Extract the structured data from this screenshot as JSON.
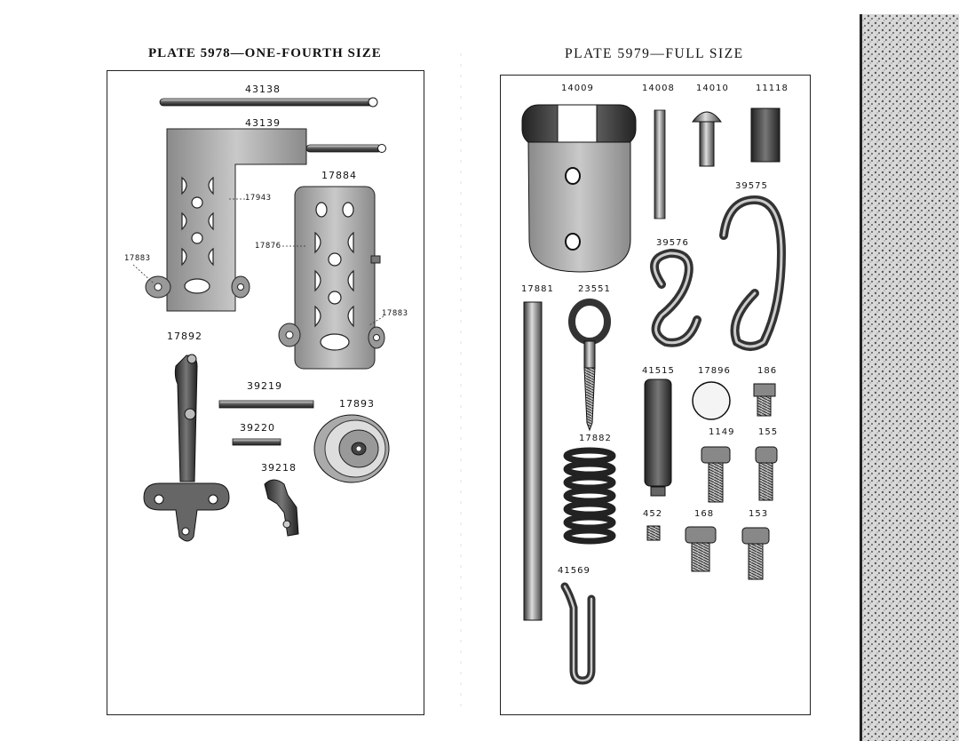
{
  "plates": {
    "left": {
      "title": "PLATE 5978—ONE-FOURTH SIZE",
      "labels": [
        "43138",
        "43139",
        "17884",
        "17943",
        "17876",
        "17883",
        "17883",
        "17892",
        "39219",
        "17893",
        "39220",
        "39218"
      ]
    },
    "right": {
      "title": "PLATE 5979—FULL SIZE",
      "labels": [
        "14009",
        "14008",
        "14010",
        "11118",
        "39575",
        "39576",
        "17881",
        "23551",
        "41515",
        "17896",
        "186",
        "17882",
        "1149",
        "155",
        "452",
        "168",
        "153",
        "41569"
      ]
    }
  },
  "colors": {
    "ink": "#1a1a1a",
    "metal_mid": "#6e6e6e",
    "metal_light": "#b8b8b8",
    "paper": "#ffffff"
  }
}
